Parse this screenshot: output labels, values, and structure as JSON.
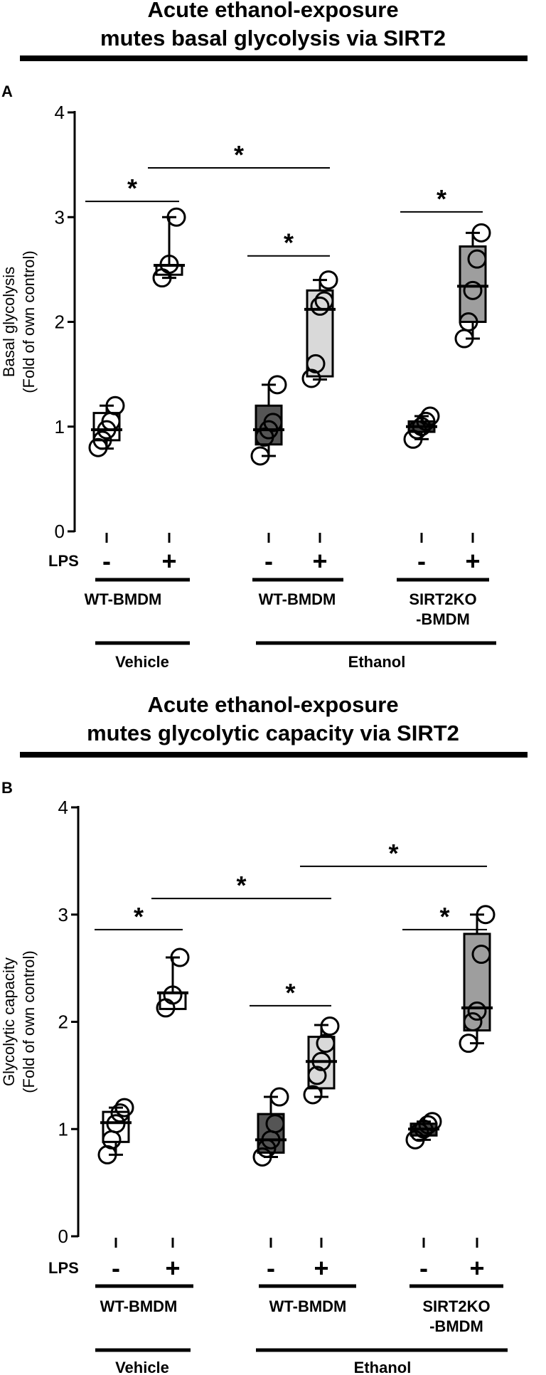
{
  "chart_data": [
    {
      "type": "box",
      "panel_label": "A",
      "title_lines": [
        "Acute ethanol-exposure",
        "mutes basal glycolysis via SIRT2"
      ],
      "ylabel_lines": [
        "Basal glycolysis",
        "(Fold of own control)"
      ],
      "ylim": [
        0,
        4
      ],
      "yticks": [
        "0",
        "1",
        "2",
        "3",
        "4"
      ],
      "lps_label": "LPS",
      "lps_signs": [
        "-",
        "+",
        "-",
        "+",
        "-",
        "+"
      ],
      "group_labels": [
        [
          "WT-BMDM"
        ],
        [
          "WT-BMDM"
        ],
        [
          "SIRT2KO",
          "-BMDM"
        ]
      ],
      "treatment_labels": [
        "Vehicle",
        "Ethanol"
      ],
      "series": [
        {
          "group": "WT-BMDM Vehicle LPS-",
          "fill": "#ffffff",
          "q1": 0.87,
          "median": 0.97,
          "q3": 1.13,
          "min": 0.79,
          "max": 1.2,
          "points": [
            0.8,
            0.87,
            0.97,
            1.05,
            1.2
          ]
        },
        {
          "group": "WT-BMDM Vehicle LPS+",
          "fill": "#ffffff",
          "q1": 2.45,
          "median": 2.54,
          "q3": 2.54,
          "min": 2.42,
          "max": 3.0,
          "points": [
            2.42,
            2.55,
            3.0
          ]
        },
        {
          "group": "WT-BMDM Ethanol LPS-",
          "fill": "#555555",
          "q1": 0.83,
          "median": 0.97,
          "q3": 1.2,
          "min": 0.72,
          "max": 1.4,
          "points": [
            0.72,
            0.9,
            0.97,
            1.04,
            1.4
          ]
        },
        {
          "group": "WT-BMDM Ethanol LPS+",
          "fill": "#d9d9d9",
          "q1": 1.48,
          "median": 2.12,
          "q3": 2.3,
          "min": 1.45,
          "max": 2.4,
          "points": [
            1.46,
            1.6,
            2.15,
            2.2,
            2.4
          ]
        },
        {
          "group": "SIRT2KO-BMDM Ethanol LPS-",
          "fill": "#444444",
          "q1": 0.95,
          "median": 1.0,
          "q3": 1.05,
          "min": 0.88,
          "max": 1.1,
          "points": [
            0.88,
            0.97,
            1.0,
            1.05,
            1.1
          ]
        },
        {
          "group": "SIRT2KO-BMDM Ethanol LPS+",
          "fill": "#9e9e9e",
          "q1": 2.0,
          "median": 2.34,
          "q3": 2.72,
          "min": 1.84,
          "max": 2.85,
          "points": [
            1.84,
            2.0,
            2.3,
            2.6,
            2.85
          ]
        }
      ],
      "significance": [
        {
          "from": 0,
          "to": 1,
          "y": 3.15,
          "label": "*"
        },
        {
          "from": 1,
          "to": 3,
          "y": 3.47,
          "label": "*"
        },
        {
          "from": 2,
          "to": 3,
          "y": 2.63,
          "label": "*"
        },
        {
          "from": 4,
          "to": 5,
          "y": 3.05,
          "label": "*"
        }
      ]
    },
    {
      "type": "box",
      "panel_label": "B",
      "title_lines": [
        "Acute ethanol-exposure",
        "mutes glycolytic capacity via SIRT2"
      ],
      "ylabel_lines": [
        "Glycolytic capacity",
        "(Fold of own control)"
      ],
      "ylim": [
        0,
        4
      ],
      "yticks": [
        "0",
        "1",
        "2",
        "3",
        "4"
      ],
      "lps_label": "LPS",
      "lps_signs": [
        "-",
        "+",
        "-",
        "+",
        "-",
        "+"
      ],
      "group_labels": [
        [
          "WT-BMDM"
        ],
        [
          "WT-BMDM"
        ],
        [
          "SIRT2KO",
          "-BMDM"
        ]
      ],
      "treatment_labels": [
        "Vehicle",
        "Ethanol"
      ],
      "series": [
        {
          "group": "WT-BMDM Vehicle LPS-",
          "fill": "#ffffff",
          "q1": 0.88,
          "median": 1.06,
          "q3": 1.16,
          "min": 0.76,
          "max": 1.2,
          "points": [
            0.76,
            0.9,
            1.05,
            1.15,
            1.2
          ]
        },
        {
          "group": "WT-BMDM Vehicle LPS+",
          "fill": "#ffffff",
          "q1": 2.12,
          "median": 2.27,
          "q3": 2.27,
          "min": 2.12,
          "max": 2.6,
          "points": [
            2.13,
            2.25,
            2.6
          ]
        },
        {
          "group": "WT-BMDM Ethanol LPS-",
          "fill": "#555555",
          "q1": 0.78,
          "median": 0.9,
          "q3": 1.14,
          "min": 0.74,
          "max": 1.3,
          "points": [
            0.74,
            0.82,
            0.9,
            1.05,
            1.3
          ]
        },
        {
          "group": "WT-BMDM Ethanol LPS+",
          "fill": "#d9d9d9",
          "q1": 1.38,
          "median": 1.63,
          "q3": 1.86,
          "min": 1.3,
          "max": 1.97,
          "points": [
            1.32,
            1.5,
            1.63,
            1.8,
            1.96
          ]
        },
        {
          "group": "SIRT2KO-BMDM Ethanol LPS-",
          "fill": "#444444",
          "q1": 0.94,
          "median": 1.0,
          "q3": 1.05,
          "min": 0.9,
          "max": 1.07,
          "points": [
            0.9,
            0.97,
            1.0,
            1.04,
            1.07
          ]
        },
        {
          "group": "SIRT2KO-BMDM Ethanol LPS+",
          "fill": "#9e9e9e",
          "q1": 1.92,
          "median": 2.13,
          "q3": 2.82,
          "min": 1.8,
          "max": 3.0,
          "points": [
            1.8,
            2.0,
            2.1,
            2.63,
            3.0
          ]
        }
      ],
      "significance": [
        {
          "from": 0,
          "to": 1,
          "y": 2.86,
          "label": "*"
        },
        {
          "from": 1,
          "to": 3,
          "y": 3.15,
          "label": "*"
        },
        {
          "from": 2,
          "to": 3,
          "y": 2.15,
          "label": "*"
        },
        {
          "from": 4,
          "to": 5,
          "y": 2.86,
          "label": "*"
        },
        {
          "from": 3,
          "to": 5,
          "y": 3.45,
          "label": "*"
        }
      ]
    }
  ]
}
